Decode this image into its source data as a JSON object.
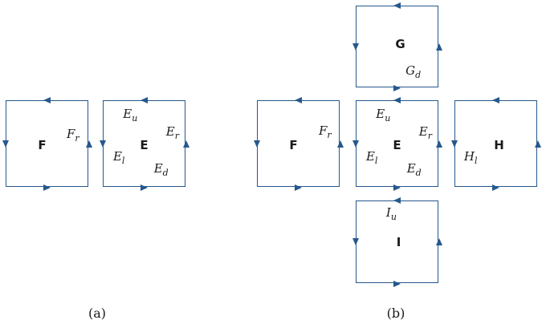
{
  "colors": {
    "line": "#26588c",
    "text": "#1a1a1a"
  },
  "figure_a": {
    "caption": "(a)",
    "square_F": {
      "label": "F",
      "edge_labels": {
        "right": {
          "main": "F",
          "sub": "r"
        }
      }
    },
    "square_E": {
      "label": "E",
      "edge_labels": {
        "up": {
          "main": "E",
          "sub": "u"
        },
        "right": {
          "main": "E",
          "sub": "r"
        },
        "left": {
          "main": "E",
          "sub": "l"
        },
        "down": {
          "main": "E",
          "sub": "d"
        }
      }
    }
  },
  "figure_b": {
    "caption": "(b)",
    "square_G": {
      "label": "G",
      "edge_labels": {
        "down": {
          "main": "G",
          "sub": "d"
        }
      }
    },
    "square_F": {
      "label": "F",
      "edge_labels": {
        "right": {
          "main": "F",
          "sub": "r"
        }
      }
    },
    "square_E": {
      "label": "E",
      "edge_labels": {
        "up": {
          "main": "E",
          "sub": "u"
        },
        "right": {
          "main": "E",
          "sub": "r"
        },
        "left": {
          "main": "E",
          "sub": "l"
        },
        "down": {
          "main": "E",
          "sub": "d"
        }
      }
    },
    "square_H": {
      "label": "H",
      "edge_labels": {
        "left": {
          "main": "H",
          "sub": "l"
        }
      }
    },
    "square_I": {
      "label": "I",
      "edge_labels": {
        "up": {
          "main": "I",
          "sub": "u"
        }
      }
    }
  }
}
